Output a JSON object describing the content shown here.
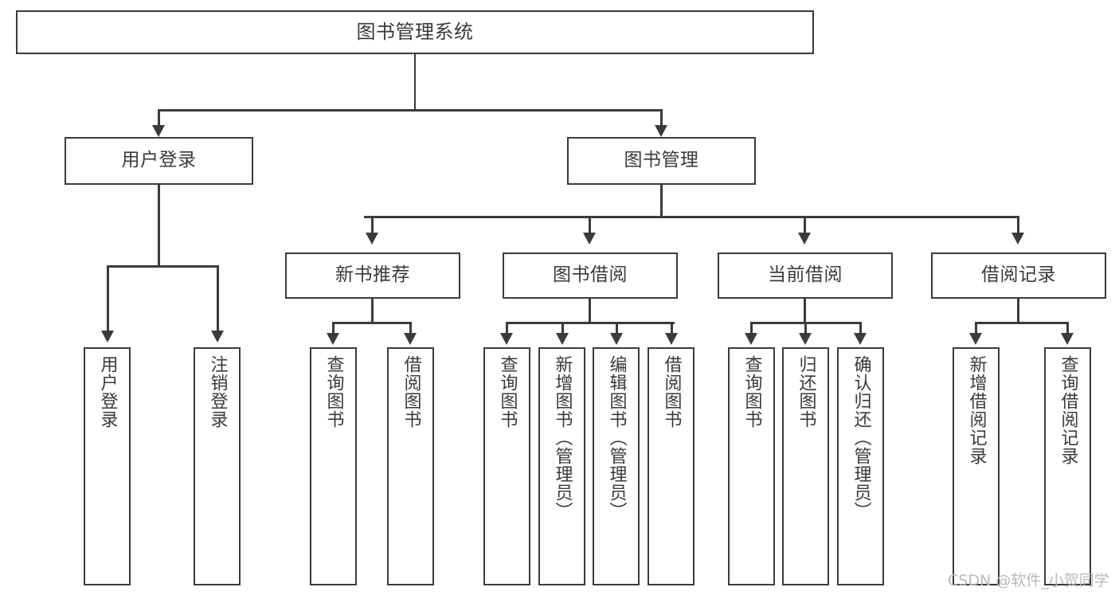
{
  "diagram": {
    "title": "图书管理系统",
    "type": "hierarchy-tree",
    "root": {
      "label": "图书管理系统"
    },
    "level2": [
      {
        "id": "user-login",
        "label": "用户登录"
      },
      {
        "id": "book-manage",
        "label": "图书管理"
      }
    ],
    "level3": [
      {
        "id": "new-book-recommend",
        "label": "新书推荐",
        "parent": "book-manage"
      },
      {
        "id": "book-borrow",
        "label": "图书借阅",
        "parent": "book-manage"
      },
      {
        "id": "current-borrow",
        "label": "当前借阅",
        "parent": "book-manage"
      },
      {
        "id": "borrow-record",
        "label": "借阅记录",
        "parent": "book-manage"
      }
    ],
    "leaves": {
      "user-login": [
        {
          "id": "leaf-user-login",
          "label": "用户登录"
        },
        {
          "id": "leaf-user-logout",
          "label": "注销登录"
        }
      ],
      "new-book-recommend": [
        {
          "id": "leaf-query-book-1",
          "label": "查询图书"
        },
        {
          "id": "leaf-borrow-book-1",
          "label": "借阅图书"
        }
      ],
      "book-borrow": [
        {
          "id": "leaf-query-book-2",
          "label": "查询图书"
        },
        {
          "id": "leaf-add-book",
          "label": "新增图书（管理员）"
        },
        {
          "id": "leaf-edit-book",
          "label": "编辑图书（管理员）"
        },
        {
          "id": "leaf-borrow-book-2",
          "label": "借阅图书"
        }
      ],
      "current-borrow": [
        {
          "id": "leaf-query-book-3",
          "label": "查询图书"
        },
        {
          "id": "leaf-return-book",
          "label": "归还图书"
        },
        {
          "id": "leaf-confirm-return",
          "label": "确认归还（管理员）"
        }
      ],
      "borrow-record": [
        {
          "id": "leaf-add-record",
          "label": "新增借阅记录"
        },
        {
          "id": "leaf-query-record",
          "label": "查询借阅记录"
        }
      ]
    }
  },
  "watermark": {
    "text": "CSDN @软件_小贺同学"
  },
  "colors": {
    "stroke": "#3b3b3b",
    "background": "#ffffff",
    "text": "#3a3a3a",
    "watermark": "#b9b9b9"
  }
}
